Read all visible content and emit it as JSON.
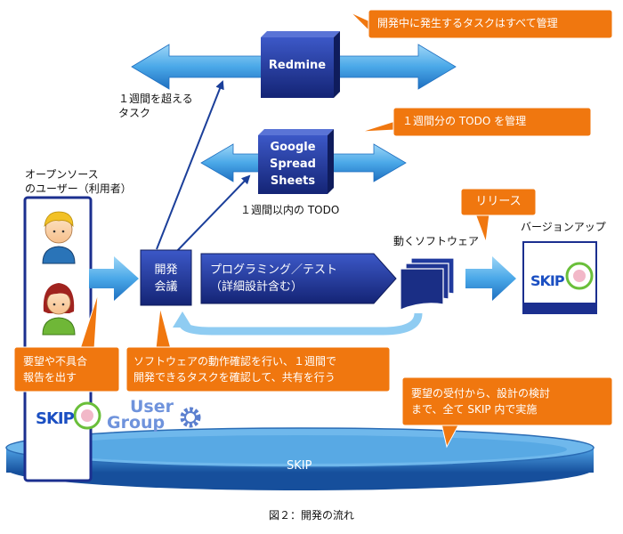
{
  "nodes": {
    "redmine": "Redmine",
    "google": "Google\nSpread\nSheets",
    "meeting": "開発\n会議",
    "programming": "プログラミング／テスト\n（詳細設計含む）",
    "skip_platform": "SKIP",
    "skip_logo": "SKIP",
    "user_group_line1": "User",
    "user_group_line2": "Group"
  },
  "labels": {
    "over_week": "１週間を超える\nタスク",
    "within_week": "１週間以内の TODO",
    "users": "オープンソース\nのユーザー（利用者）",
    "working_software": "動くソフトウェア",
    "version_up": "バージョンアップ"
  },
  "callouts": {
    "redmine": "開発中に発生するタスクはすべて管理",
    "google": "１週間分の TODO を管理",
    "release": "リリース",
    "requests": "要望や不具合\n報告を出す",
    "meeting": "ソフトウェアの動作確認を行い、１週間で\n開発できるタスクを確認して、共有を行う",
    "skip": "要望の受付から、設計の検討\nまで、全て SKIP 内で実施"
  },
  "caption": "図２：開発の流れ",
  "colors": {
    "navy": "#1b2f8f",
    "arrow_blue": "#49a7e6",
    "callout_orange": "#f0770f",
    "platform_blue": "#2b7fc9"
  }
}
